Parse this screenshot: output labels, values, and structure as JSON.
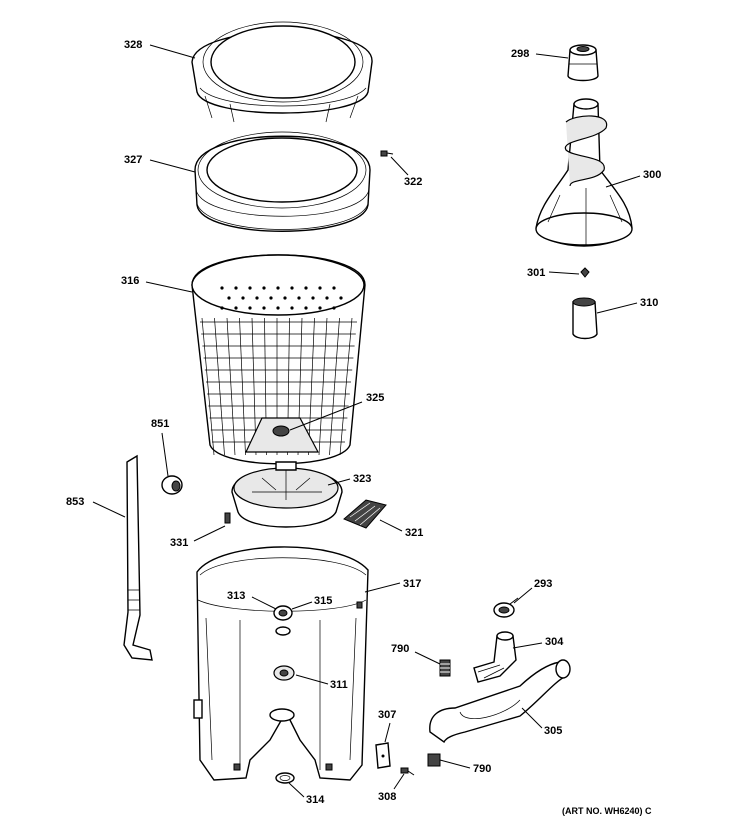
{
  "callouts": {
    "c328": "328",
    "c327": "327",
    "c322": "322",
    "c316": "316",
    "c325": "325",
    "c851": "851",
    "c853": "853",
    "c323": "323",
    "c321": "321",
    "c331": "331",
    "c317": "317",
    "c313": "313",
    "c315": "315",
    "c311": "311",
    "c314": "314",
    "c298": "298",
    "c300": "300",
    "c301": "301",
    "c310": "310",
    "c293": "293",
    "c304": "304",
    "c790a": "790",
    "c305": "305",
    "c307": "307",
    "c790b": "790",
    "c308": "308"
  },
  "art_number": "(ART NO. WH6240) C"
}
